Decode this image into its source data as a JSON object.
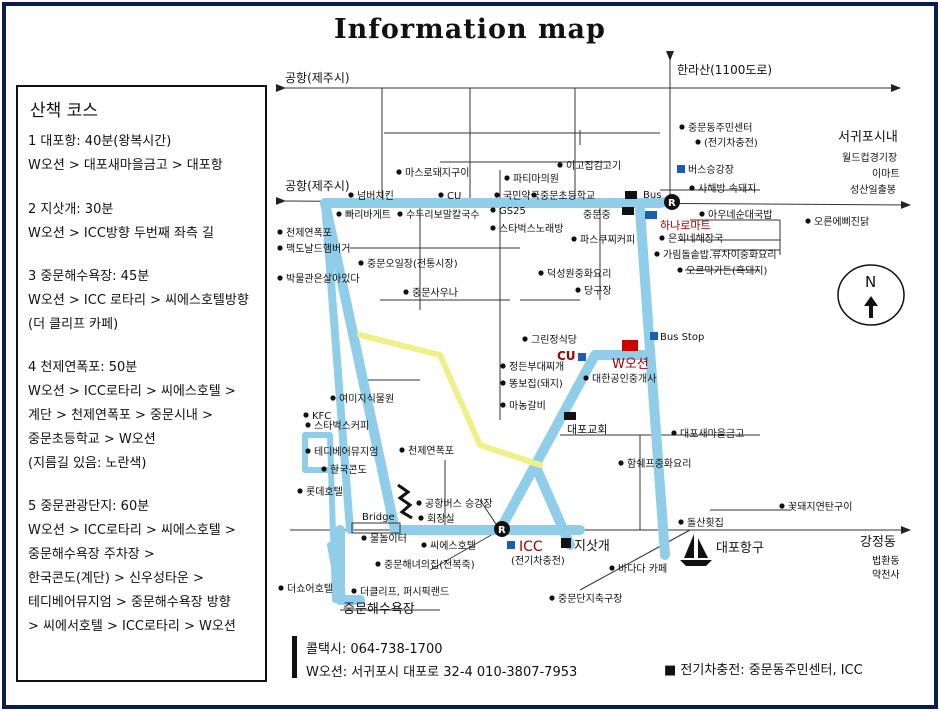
{
  "title": "Information map",
  "course": {
    "heading": "산책 코스",
    "items": [
      {
        "lines": [
          "1 대포항: 40분(왕복시간)",
          "W오션 > 대포새마을금고 > 대포항"
        ]
      },
      {
        "lines": [
          "2 지삿개: 30분",
          "W오션 > ICC방향 두번째 좌측 길"
        ]
      },
      {
        "lines": [
          "3 중문해수욕장: 45분",
          "W오션 > ICC 로타리 > 씨에스호텔방향",
          "(더 클리프 카페)"
        ]
      },
      {
        "lines": [
          "4 천제연폭포: 50분",
          "W오션 > ICC로타리 > 씨에스호텔 >",
          "계단 > 천제연폭포 > 중문시내 >",
          "중문초등학교 > W오션",
          "(지름길 있음: 노란색)"
        ]
      },
      {
        "lines": [
          "5 중문관광단지: 60분",
          "W오션 > ICC로타리 > 씨에스호텔 >",
          "중문해수욕장 주차장 >",
          "한국콘도(계단) > 신우성타운 >",
          "테디베어뮤지엄 > 중문해수욕장 방향",
          "> 씨에서호텔 > ICC로타리 > W오션"
        ]
      }
    ]
  },
  "roads": {
    "airport_top": "공항(제주시)",
    "airport_mid": "공항(제주시)",
    "hallasan": "한라산(1100도로)",
    "seogwipo": "서귀포시내",
    "gangjeong": "강정동",
    "bridge": "Bridge",
    "rotary": "R"
  },
  "right_places": [
    "월드컵경기장",
    "이마트",
    "성산일출봉"
  ],
  "right_places2": [
    "법환동",
    "약천사"
  ],
  "compass": "N",
  "labels": {
    "w_ocean": "W오션",
    "cu": "CU",
    "icc": "ICC",
    "icc_sub": "(전기차충전)",
    "jisatgae": "지삿개",
    "jungmun_beach": "중문해수욕장",
    "daepo_port": "대포항구",
    "hanaro": "하나로마트",
    "bus": "Bus",
    "bus_stop": "Bus Stop",
    "bus_garage": "버스승강장",
    "daepo_church": "대포교회",
    "jungmun_school": "중문중"
  },
  "places": [
    "마스로돼지구이",
    "이고집김고기",
    "중문동주민센터",
    "(전기차충전)",
    "파티마의원",
    "국민약국",
    "중문초등학교",
    "넘버치킨",
    "CU",
    "GS25",
    "빠리바게트",
    "수두리보말칼국수",
    "스타벅스노래방",
    "천제연폭포",
    "맥도날드햄버거",
    "박물관은살아있다",
    "중문오일장(전통시장)",
    "중문사우나",
    "덕성원중화요리",
    "당구장",
    "파스쿠찌커피",
    "사해방 속돼지",
    "아우네순대국밥",
    "오른에삐진닭",
    "은희네해장국",
    "가림돌솥밥.류차이중화요리",
    "오르막가든(흑돼지)",
    "그린정식당",
    "정든부대찌개",
    "똥보집(돼지)",
    "마농갈비",
    "대한공인중개사",
    "여미지식물원",
    "KFC",
    "스타벅스커피",
    "테디베어뮤지엄",
    "한국콘도",
    "롯데호텔",
    "공항버스 승강장",
    "회장실",
    "물놀이터",
    "씨에스호텔",
    "중문해녀의집(전복죽)",
    "더쇼어호텔",
    "더클리프, 퍼시픽랜드",
    "대포새마을금고",
    "함쉐프중화요리",
    "돌산횟집",
    "바다다 카페",
    "중문단지축구장",
    "꽃돼지연탄구이",
    "천제연폭포"
  ],
  "footer": {
    "taxi": "콜택시: 064-738-1700",
    "hotel": "W오션: 서귀포시 대포로 32-4 010-3807-7953",
    "ev": "■ 전기차충전: 중문동주민센터, ICC"
  }
}
